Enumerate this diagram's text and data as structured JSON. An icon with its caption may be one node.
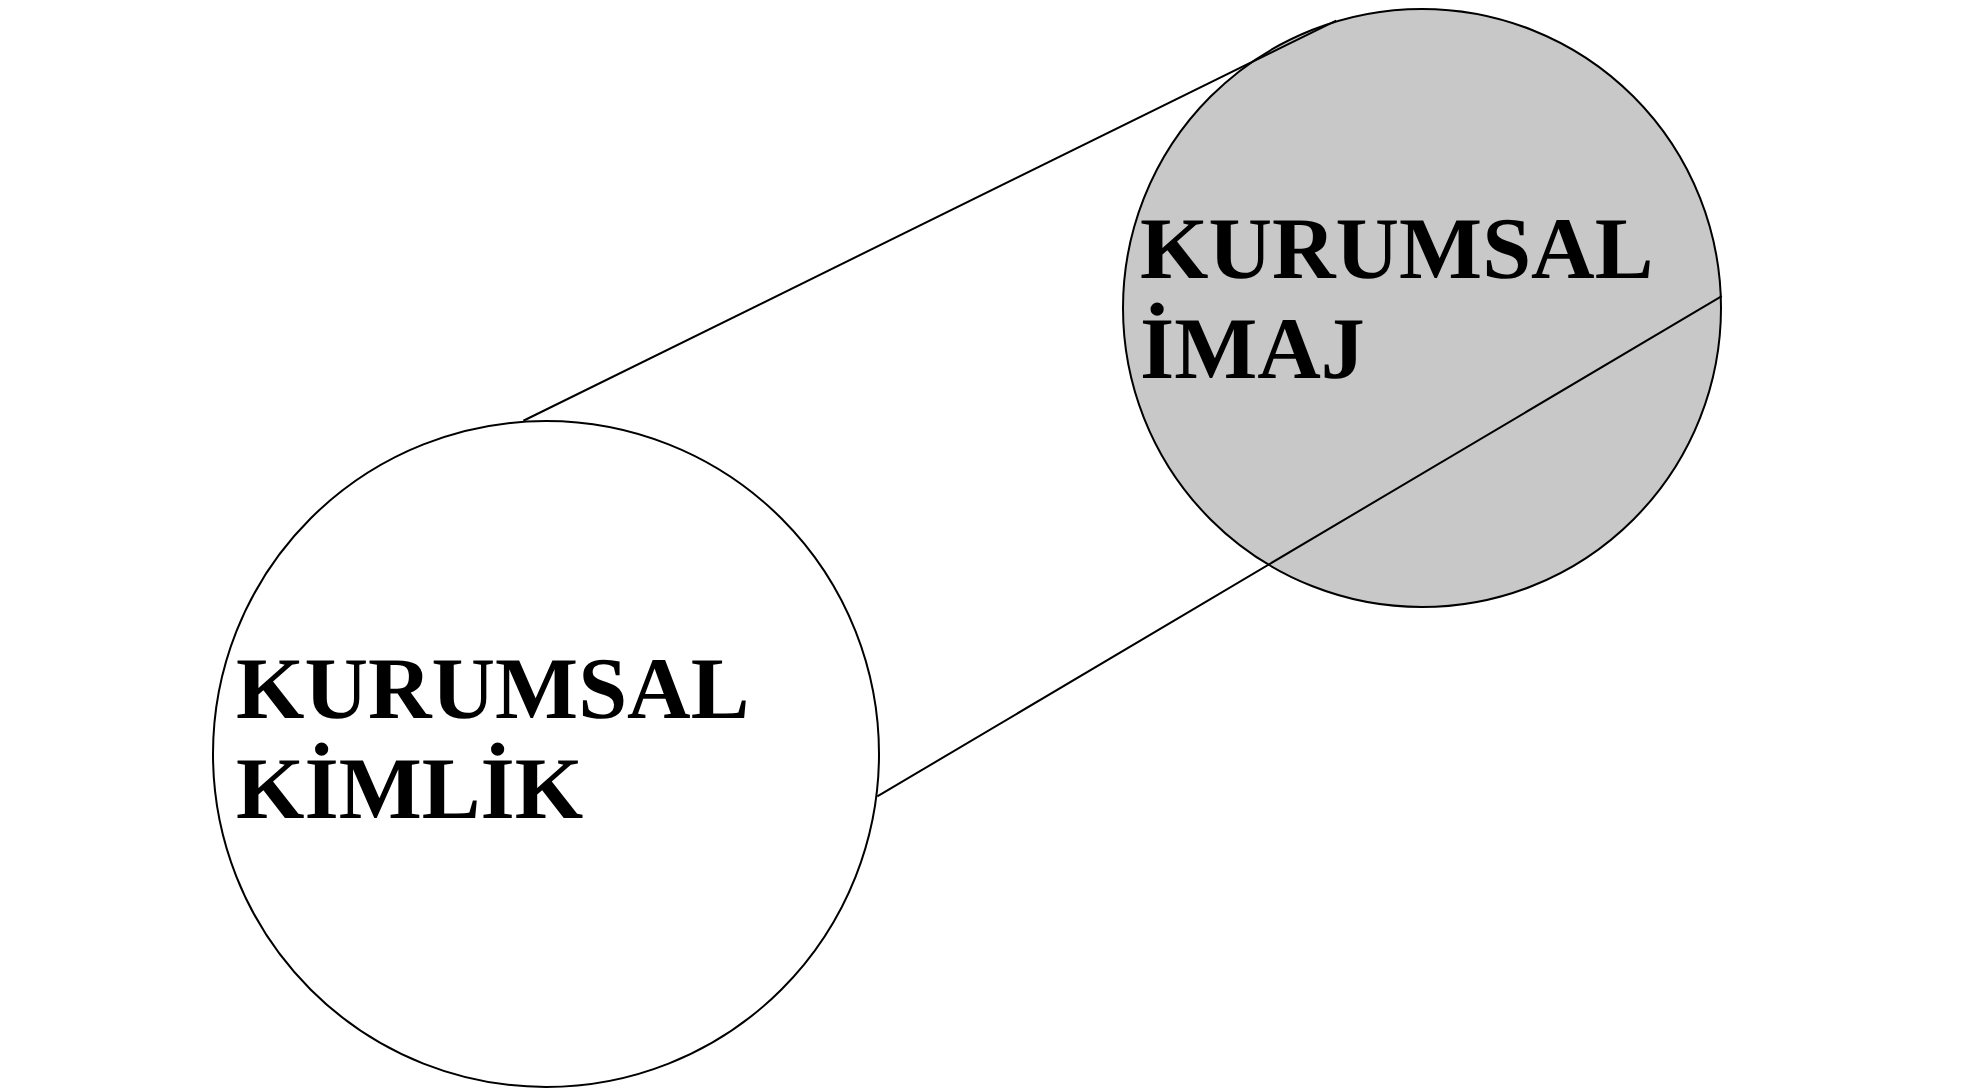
{
  "diagram": {
    "nodes": [
      {
        "text": [
          "KURUMSAL İMAJ"
        ]
      },
      {
        "text": [
          "KURUMSAL KİMLİK"
        ]
      }
    ],
    "edges": [
      {
        "from": 1,
        "to": 0,
        "arrow": "none"
      },
      {
        "from": 1,
        "to": 0,
        "arrow": "none"
      }
    ]
  }
}
